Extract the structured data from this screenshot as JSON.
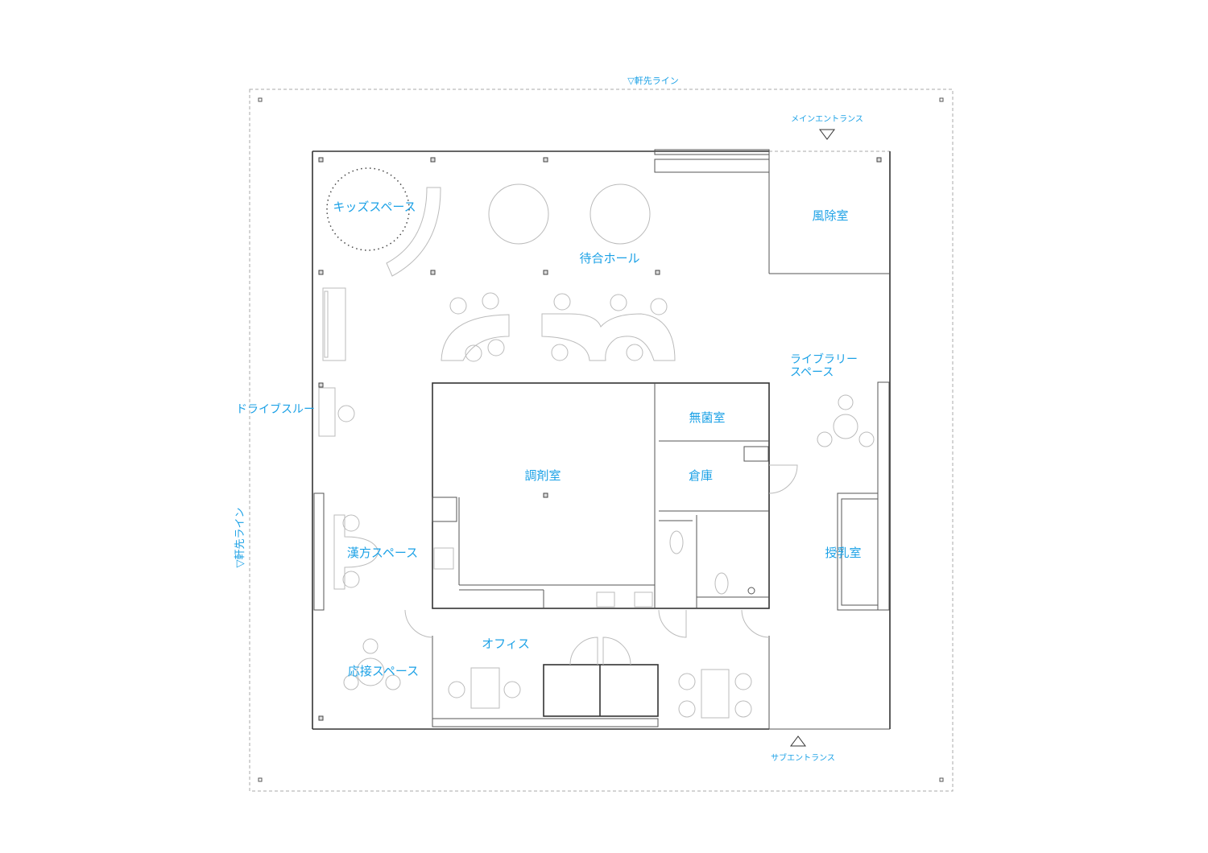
{
  "plan": {
    "eaves_line_top": "▽軒先ライン",
    "eaves_line_left": "▽軒先ライン",
    "main_entrance": "メインエントランス",
    "sub_entrance": "サブエントランス",
    "rooms": {
      "kids_space": "キッズスペース",
      "waiting_hall": "待合ホール",
      "windbreak_room": "風除室",
      "library_space_line1": "ライブラリー",
      "library_space_line2": "スペース",
      "drive_through": "ドライブスルー",
      "sterile_room": "無菌室",
      "dispensing_room": "調剤室",
      "storage": "倉庫",
      "kampo_space": "漢方スペース",
      "nursing_room": "授乳室",
      "office": "オフィス",
      "reception_space": "応接スペース"
    },
    "colors": {
      "label": "#1ba1e6",
      "wall": "#333333",
      "furniture": "#bbbbbb"
    }
  }
}
